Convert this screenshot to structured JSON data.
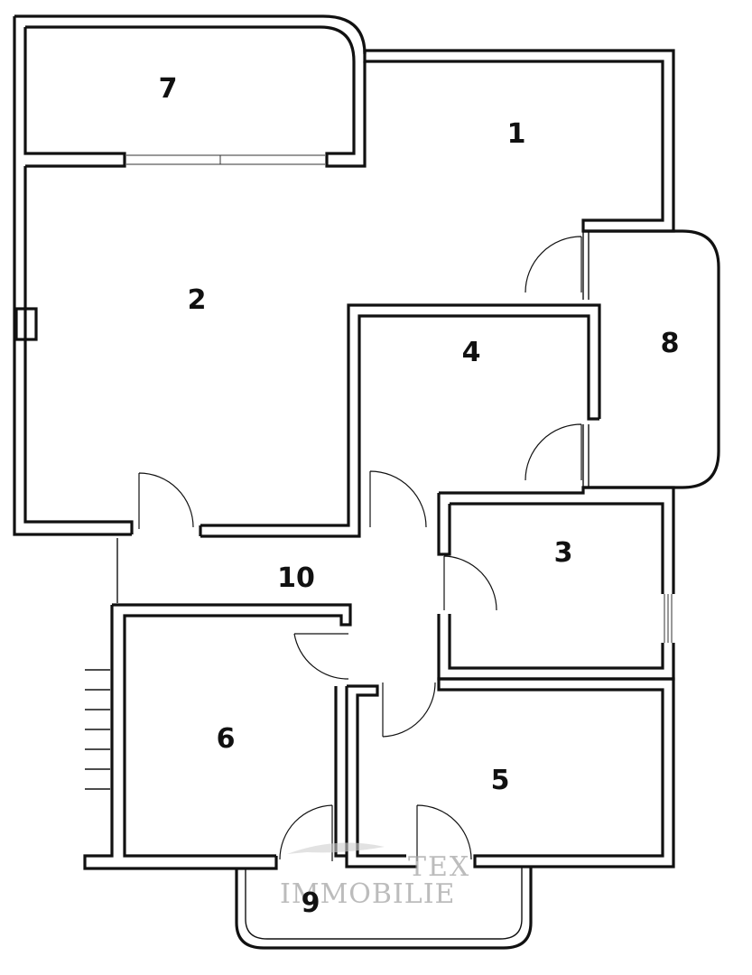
{
  "rooms": [
    {
      "id": "room-1",
      "number": "1"
    },
    {
      "id": "room-2",
      "number": "2"
    },
    {
      "id": "room-3",
      "number": "3"
    },
    {
      "id": "room-4",
      "number": "4"
    },
    {
      "id": "room-5",
      "number": "5"
    },
    {
      "id": "room-6",
      "number": "6"
    },
    {
      "id": "room-7",
      "number": "7"
    },
    {
      "id": "room-8",
      "number": "8"
    },
    {
      "id": "room-9",
      "number": "9"
    },
    {
      "id": "room-10",
      "number": "10"
    }
  ],
  "watermark": {
    "line1": "TEX",
    "line2": "IMMOBILIE"
  },
  "colors": {
    "wall": "#111111",
    "background": "#ffffff",
    "watermark": "#a6a6a6"
  }
}
